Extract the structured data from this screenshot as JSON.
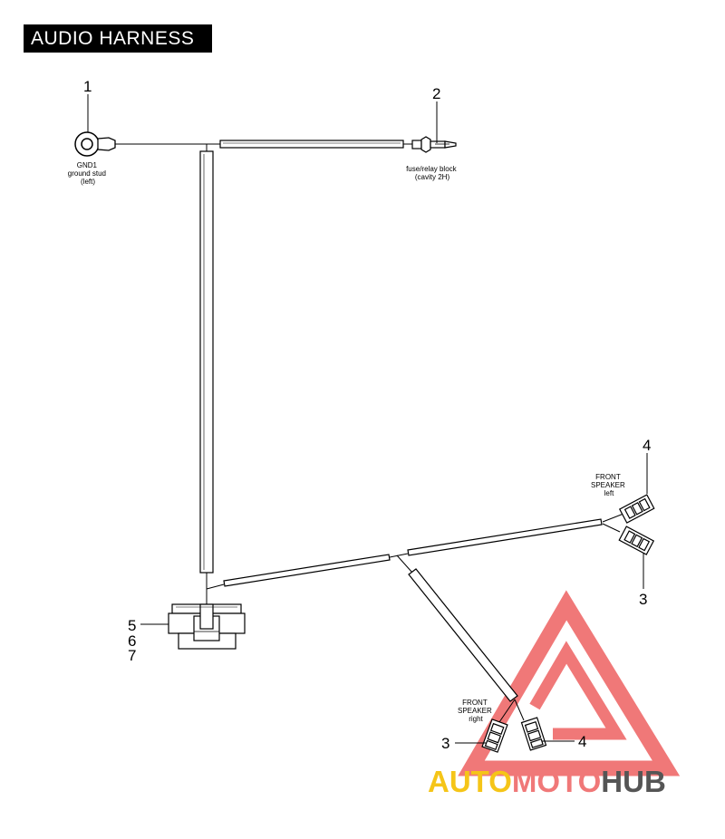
{
  "title": "AUDIO HARNESS",
  "callouts": {
    "c1": "1",
    "c2": "2",
    "c3_left": "3",
    "c4_left": "4",
    "c3_right": "3",
    "c4_right": "4",
    "c5": "5",
    "c6": "6",
    "c7": "7"
  },
  "labels": {
    "gnd1": [
      "GND1",
      "ground stud",
      "(left)"
    ],
    "fuse": [
      "fuse/relay block",
      "(cavity 2H)"
    ],
    "front_left": [
      "FRONT",
      "SPEAKER",
      "left"
    ],
    "front_right": [
      "FRONT",
      "SPEAKER",
      "right"
    ]
  },
  "logo": {
    "part1": "AUTO",
    "part2": "MOTO",
    "part3": "HUB",
    "color_yellow": "#f5c518",
    "color_red": "#f07878",
    "color_gray": "#555555"
  }
}
